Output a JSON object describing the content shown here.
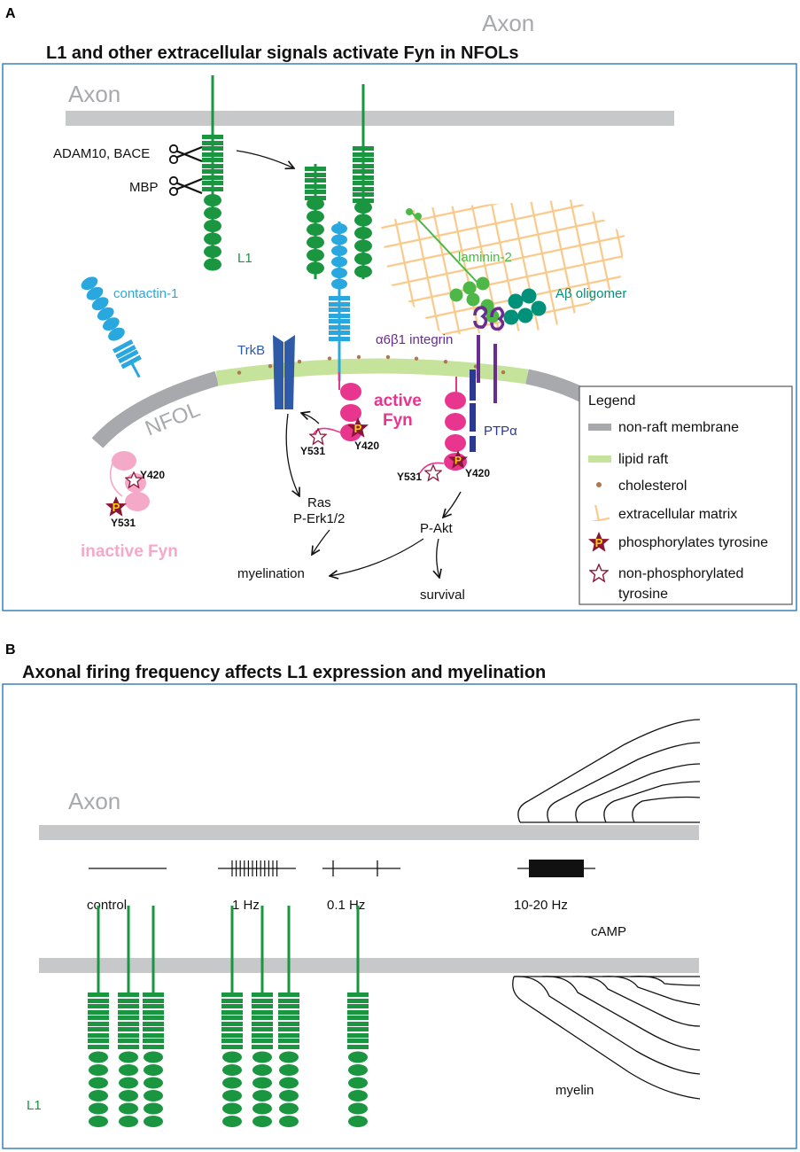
{
  "colors": {
    "green": "#1a9641",
    "light_blue": "#29a8e0",
    "dark_blue": "#2e5aa8",
    "navy": "#2b3990",
    "magenta": "#e8368f",
    "pink": "#f5a9c8",
    "purple": "#6a2c91",
    "lime": "#4db848",
    "teal": "#00917a",
    "gray": "#a7a9ac",
    "raft": "#c5e39b",
    "ecm": "#f9c98a",
    "cholesterol": "#b07850",
    "frame": "#2b7bb9",
    "phospho": "#8b1538",
    "phospho_p": "#ffd200"
  },
  "icons": [
    "scissors-icon",
    "phosphorylated-star-icon",
    "non-phosphorylated-star-icon"
  ],
  "panelA": {
    "letter": "A",
    "title": "L1 and other extracellular signals activate Fyn in NFOLs",
    "axon_top": "Axon",
    "axon": "Axon",
    "adam": "ADAM10, BACE",
    "mbp": "MBP",
    "l1": "L1",
    "contactin": "contactin-1",
    "laminin": "laminin-2",
    "abeta": "Aβ oligomer",
    "trkb": "TrkB",
    "integrin": "α6β1 integrin",
    "nfol": "NFOL",
    "active_fyn_1": "active",
    "active_fyn_2": "Fyn",
    "ptpa": "PTPα",
    "y531": "Y531",
    "y420": "Y420",
    "p": "P",
    "ras": "Ras",
    "perk": "P-Erk1/2",
    "pakt": "P-Akt",
    "myelination": "myelination",
    "survival": "survival",
    "inactive_fyn": "inactive Fyn"
  },
  "legend": {
    "title": "Legend",
    "items": [
      "non-raft membrane",
      "lipid raft",
      "cholesterol",
      "extracellular matrix",
      "phosphorylates tyrosine",
      "non-phosphorylated",
      "tyrosine"
    ]
  },
  "panelB": {
    "letter": "B",
    "title": "Axonal firing frequency affects L1 expression and myelination",
    "axon": "Axon",
    "control": "control",
    "hz1": "1 Hz",
    "hz01": "0.1 Hz",
    "hz1020": "10-20 Hz",
    "camp": "cAMP",
    "myelin": "myelin",
    "l1": "L1"
  }
}
